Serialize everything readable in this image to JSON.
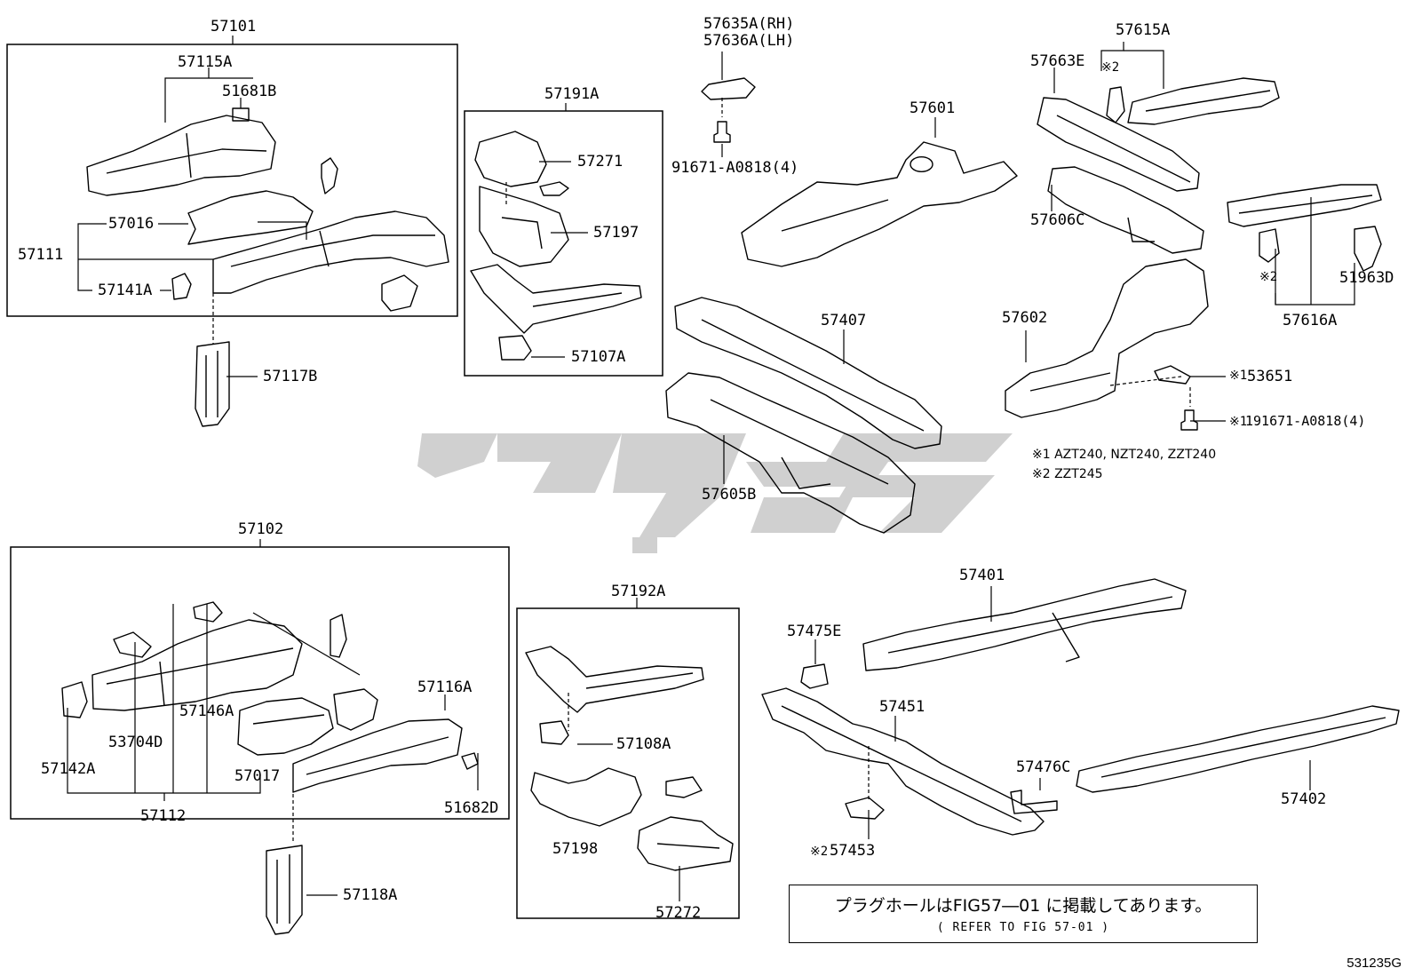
{
  "labels": {
    "l57101": "57101",
    "l57115A": "57115A",
    "l51681B": "51681B",
    "l57016": "57016",
    "l57111": "57111",
    "l57141A": "57141A",
    "l57117B": "57117B",
    "l57191A": "57191A",
    "l57271": "57271",
    "l57197": "57197",
    "l57107A": "57107A",
    "l57635A": "57635A(RH)",
    "l57636A": "57636A(LH)",
    "l91671a": "91671-A0818(4)",
    "l57601": "57601",
    "l57407": "57407",
    "l57605B": "57605B",
    "l57663E": "57663E",
    "l57615A": "57615A",
    "l57606C": "57606C",
    "l57602": "57602",
    "l51963D": "51963D",
    "l57616A": "57616A",
    "l53651": "53651",
    "l91671b": "191671-A0818(4)",
    "l57102": "57102",
    "l57116A": "57116A",
    "l53704D": "53704D",
    "l57146A": "57146A",
    "l57142A": "57142A",
    "l57017": "57017",
    "l57112": "57112",
    "l51682D": "51682D",
    "l57118A": "57118A",
    "l57192A": "57192A",
    "l57108A": "57108A",
    "l57198": "57198",
    "l57272": "57272",
    "l57401": "57401",
    "l57475E": "57475E",
    "l57451": "57451",
    "l57476C": "57476C",
    "l57402": "57402",
    "l57453": "57453"
  },
  "marks": {
    "ref2": "※2",
    "ref1": "※1"
  },
  "notes": {
    "n1": "※1  AZT240, NZT240, ZZT240",
    "n2": "※2  ZZT245"
  },
  "reference": {
    "jp": "プラグホールはFIG57―01 に掲載してあります。",
    "en": "( REFER TO FIG 57-01 )"
  },
  "footer": "531235G",
  "colors": {
    "line": "#000000",
    "watermark": "#c8c8c8"
  }
}
